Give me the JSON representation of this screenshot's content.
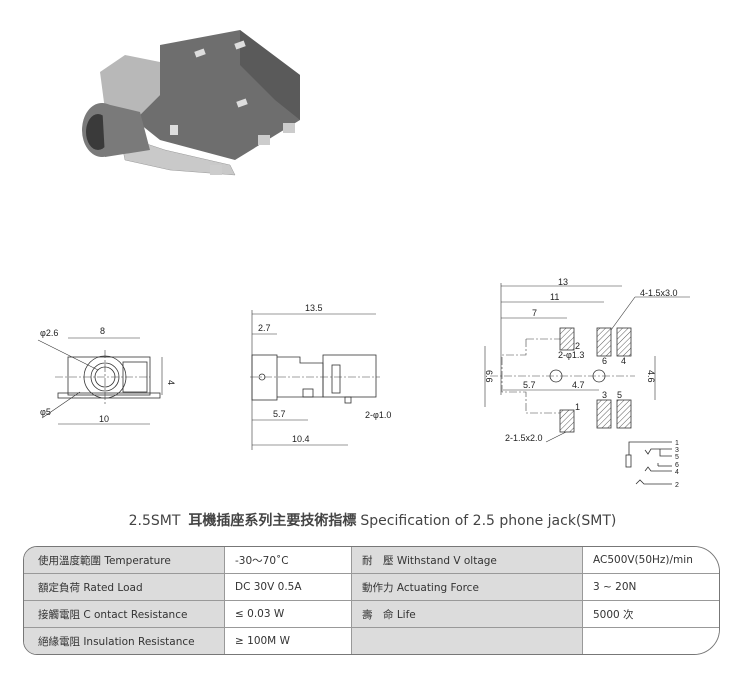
{
  "title": {
    "model": "2.5SMT",
    "chinese": "耳機插座系列主要技術指標",
    "english": "Specification of 2.5 phone jack(SMT)"
  },
  "front_view": {
    "dims": {
      "hole": "φ2.6",
      "width_top": "8",
      "height": "4",
      "outer": "φ5",
      "width_bottom": "10"
    }
  },
  "side_view": {
    "dims": {
      "length": "13.5",
      "front": "2.7",
      "pin1": "5.7",
      "pin2": "10.4",
      "pins": "2-φ1.0"
    }
  },
  "footprint": {
    "dims": {
      "d13": "13",
      "d11": "11",
      "d7": "7",
      "pads_big": "4-1.5x3.0",
      "holes": "2-φ1.3",
      "h66": "6.6",
      "h46": "4.6",
      "d57": "5.7",
      "d47": "4.7",
      "pads_small": "2-1.5x2.0"
    },
    "pins": [
      "1",
      "2",
      "3",
      "4",
      "5",
      "6"
    ],
    "schematic_pins": [
      "1",
      "3",
      "5",
      "6",
      "4",
      "2"
    ]
  },
  "specs": [
    {
      "label": "使用溫度範圍 Temperature",
      "value": "-30～70˚C",
      "label2": "耐　壓 Withstand V oltage",
      "value2": "AC500V(50Hz)/min"
    },
    {
      "label": "額定負荷  Rated Load",
      "value": "DC  30V  0.5A",
      "label2": "動作力 Actuating Force",
      "value2": "3 ~ 20N"
    },
    {
      "label": "接觸電阻  C ontact Resistance",
      "value": "≤ 0.03 W",
      "label2": "壽　命 Life",
      "value2": "5000 次"
    },
    {
      "label": "絕緣電阻  Insulation Resistance",
      "value": "≥ 100M W",
      "label2": "",
      "value2": ""
    }
  ]
}
